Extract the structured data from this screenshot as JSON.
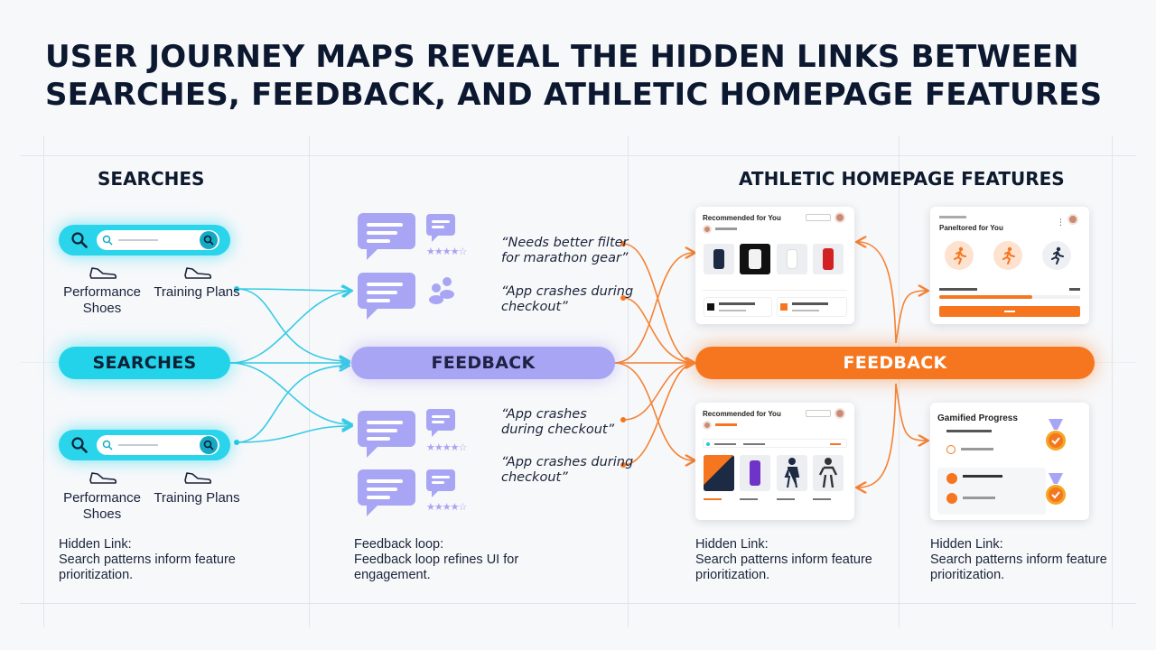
{
  "title": {
    "line1": "USER JOURNEY MAPS REVEAL THE HIDDEN LINKS BETWEEN",
    "line2": "SEARCHES, FEEDBACK, AND ATHLETIC HOMEPAGE FEATURES"
  },
  "searches": {
    "heading": "SEARCHES",
    "pill": "SEARCHES",
    "top": {
      "left_label": "Performance Shoes",
      "right_label": "Training Plans"
    },
    "bottom": {
      "left_label": "Performance Shoes",
      "right_label": "Training Plans"
    },
    "note": {
      "head": "Hidden Link:",
      "body": "Search patterns inform feature prioritization."
    }
  },
  "feedback": {
    "pill": "FEEDBACK",
    "quotes": [
      "“Needs better filter\n for marathon gear”",
      "“App crashes during\ncheckout”",
      "“App crashes\n during checkout”",
      "“App crashes during\ncheckout”"
    ],
    "note": {
      "head": "Feedback loop:",
      "body": "Feedback loop refines UI for engagement."
    }
  },
  "athletic": {
    "heading": "ATHLETIC HOMEPAGE FEATURES",
    "pill": "FEEDBACK",
    "card_recommended_top": {
      "title": "Recommended for You"
    },
    "card_personalized": {
      "title": "Paneltored for You"
    },
    "card_recommended_bottom": {
      "title": "Recommended for You"
    },
    "card_gamified": {
      "title": "Gamified Progress"
    },
    "note_left": {
      "head": "Hidden Link:",
      "body": "Search patterns inform feature prioritization."
    },
    "note_right": {
      "head": "Hidden Link:",
      "body": "Search patterns inform feature prioritization."
    }
  },
  "colors": {
    "cyan": "#22d3ea",
    "violet": "#a9a5f5",
    "orange": "#f5761f",
    "navy": "#0c1830"
  },
  "icons": [
    "search-icon",
    "shoe-icon",
    "chat-bubble-icon",
    "star-rating-icon",
    "people-icon",
    "runner-icon",
    "medal-icon",
    "avatar"
  ]
}
